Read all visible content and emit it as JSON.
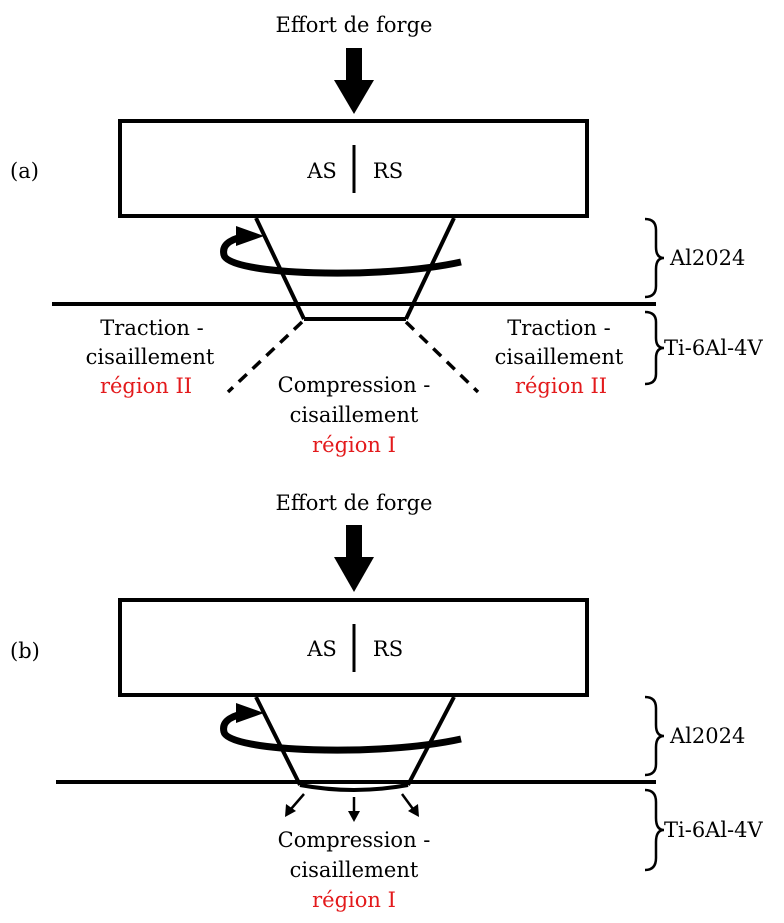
{
  "panel_a": {
    "label": "(a)",
    "force_label": "Effort de forge",
    "tool_left": "AS",
    "tool_right": "RS",
    "top_material": "Al2024",
    "bottom_material": "Ti-6Al-4V",
    "left_region": {
      "line1": "Traction -",
      "line2": "cisaillement",
      "line3": "région II"
    },
    "center_region": {
      "line1": "Compression -",
      "line2": "cisaillement",
      "line3": "région I"
    },
    "right_region": {
      "line1": "Traction -",
      "line2": "cisaillement",
      "line3": "région II"
    }
  },
  "panel_b": {
    "label": "(b)",
    "force_label": "Effort de forge",
    "tool_left": "AS",
    "tool_right": "RS",
    "top_material": "Al2024",
    "bottom_material": "Ti-6Al-4V",
    "center_region": {
      "line1": "Compression -",
      "line2": "cisaillement",
      "line3": "région I"
    }
  },
  "colors": {
    "region_highlight": "#e31a1c",
    "stroke": "#000000"
  }
}
